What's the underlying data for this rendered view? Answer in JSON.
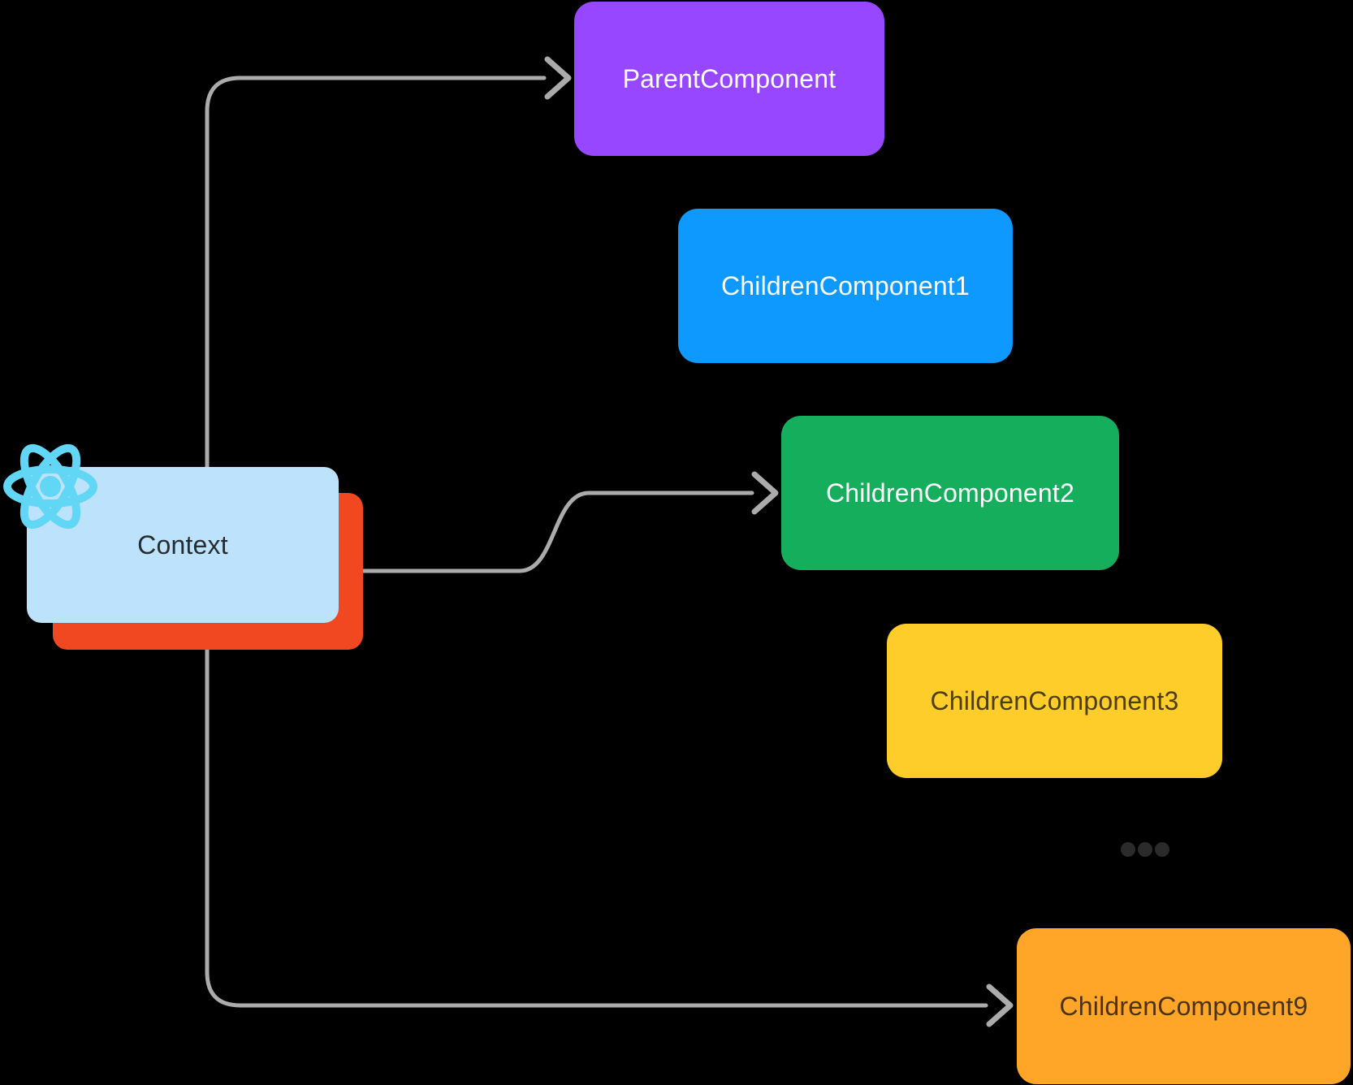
{
  "colors": {
    "background": "#000000",
    "arrow": "#ABABAB",
    "ellipsis_dot": "#2B2B2B",
    "react_logo": "#61D6F5"
  },
  "context": {
    "label": "Context",
    "fill": "#BDE3FC",
    "text_color": "#262D32",
    "shadow_fill": "#F24822"
  },
  "nodes": [
    {
      "label": "ParentComponent",
      "fill": "#9747FF",
      "text_color": "#FFFFFF"
    },
    {
      "label": "ChildrenComponent1",
      "fill": "#0D99FF",
      "text_color": "#FFFFFF"
    },
    {
      "label": "ChildrenComponent2",
      "fill": "#14AE5C",
      "text_color": "#FFFFFF"
    },
    {
      "label": "ChildrenComponent3",
      "fill": "#FFCD29",
      "text_color": "#4D3E0D"
    },
    {
      "label": "ChildrenComponent9",
      "fill": "#FFA629",
      "text_color": "#4D330D"
    }
  ],
  "connections": [
    {
      "from": "Context",
      "to": "ParentComponent"
    },
    {
      "from": "Context",
      "to": "ChildrenComponent2"
    },
    {
      "from": "Context",
      "to": "ChildrenComponent9"
    }
  ],
  "ellipsis_meaning": "more children components between 3 and 9"
}
